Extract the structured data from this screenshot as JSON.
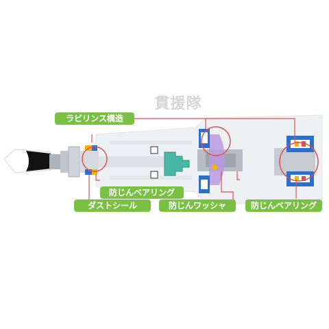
{
  "watermark": "貫援隊",
  "labels": {
    "labyrinth": "ラビリンス構造",
    "bearing_left": "防じんベアリング",
    "dust_seal": "ダストシール",
    "washer": "防じんワッシャ",
    "bearing_right": "防じんベアリング"
  },
  "colors": {
    "label_bg": "#7ac143",
    "leader": "#e05050",
    "seal_blue": "#2d6fcf",
    "seal_purple": "#9a5cc6",
    "seal_teal": "#3ab59a",
    "metal": "#c8cdd3",
    "ghost": "#e9ecef"
  }
}
